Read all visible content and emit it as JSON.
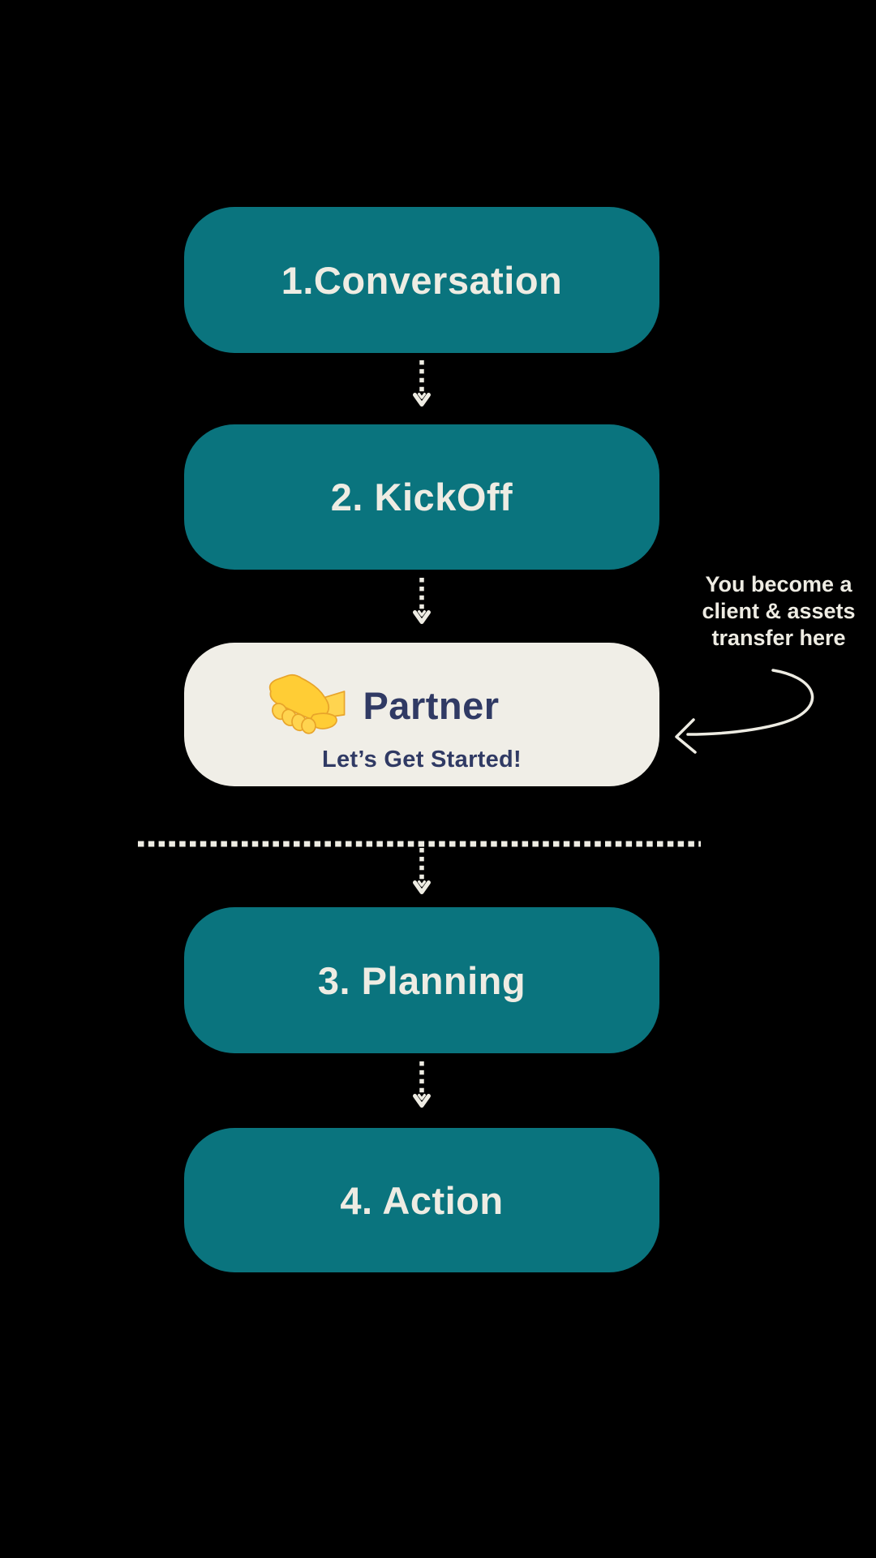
{
  "colors": {
    "background": "#000000",
    "teal": "#0A747E",
    "cream": "#F0EEE7",
    "navy": "#303A64",
    "light": "#EEECE3",
    "emoji_yellow": "#FFCD35",
    "emoji_yellow_light": "#FFD44F",
    "emoji_outline": "#E8A42A"
  },
  "flow": {
    "step1_label": "1.Conversation",
    "step2_label": "2. KickOff",
    "partner": {
      "title": "Partner",
      "subtitle": "Let’s Get Started!",
      "icon": "handshake-emoji"
    },
    "step3_label": "3. Planning",
    "step4_label": "4. Action",
    "annotation": {
      "line1": "You become a",
      "line2": "client & assets",
      "line3": "transfer here"
    }
  }
}
